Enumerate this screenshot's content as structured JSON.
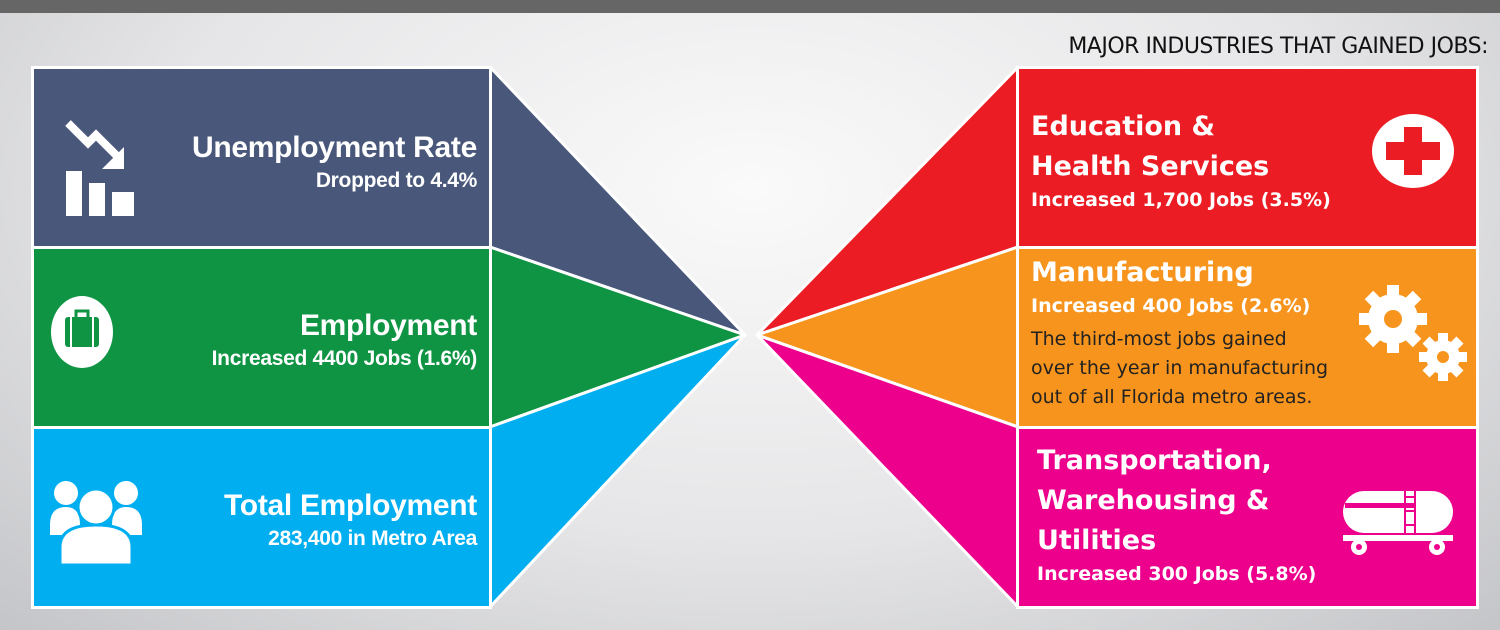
{
  "header": "MAJOR INDUSTRIES THAT GAINED JOBS:",
  "colors": {
    "navy": "#48577a",
    "green": "#0f9444",
    "blue": "#01aeef",
    "red": "#ec1c24",
    "orange": "#f7941d",
    "magenta": "#ec008c"
  },
  "left": [
    {
      "title": "Unemployment Rate",
      "sub": "Dropped to 4.4%",
      "icon": "falling-chart-icon"
    },
    {
      "title": "Employment",
      "sub": "Increased 4400 Jobs (1.6%)",
      "icon": "briefcase-icon"
    },
    {
      "title": "Total Employment",
      "sub": "283,400 in Metro Area",
      "icon": "people-icon"
    }
  ],
  "right": [
    {
      "title1": "Education &",
      "title2": "Health Services",
      "sub": "Increased 1,700 Jobs (3.5%)",
      "icon": "medical-cross-icon"
    },
    {
      "title1": "Manufacturing",
      "sub": "Increased 400 Jobs (2.6%)",
      "desc1": "The third-most jobs gained",
      "desc2": "over the year in manufacturing",
      "desc3": "out of all Florida metro areas.",
      "icon": "gears-icon"
    },
    {
      "title1": "Transportation,",
      "title2": "Warehousing &",
      "title3": "Utilities",
      "sub": "Increased 300 Jobs (5.8%)",
      "icon": "tanker-car-icon"
    }
  ]
}
